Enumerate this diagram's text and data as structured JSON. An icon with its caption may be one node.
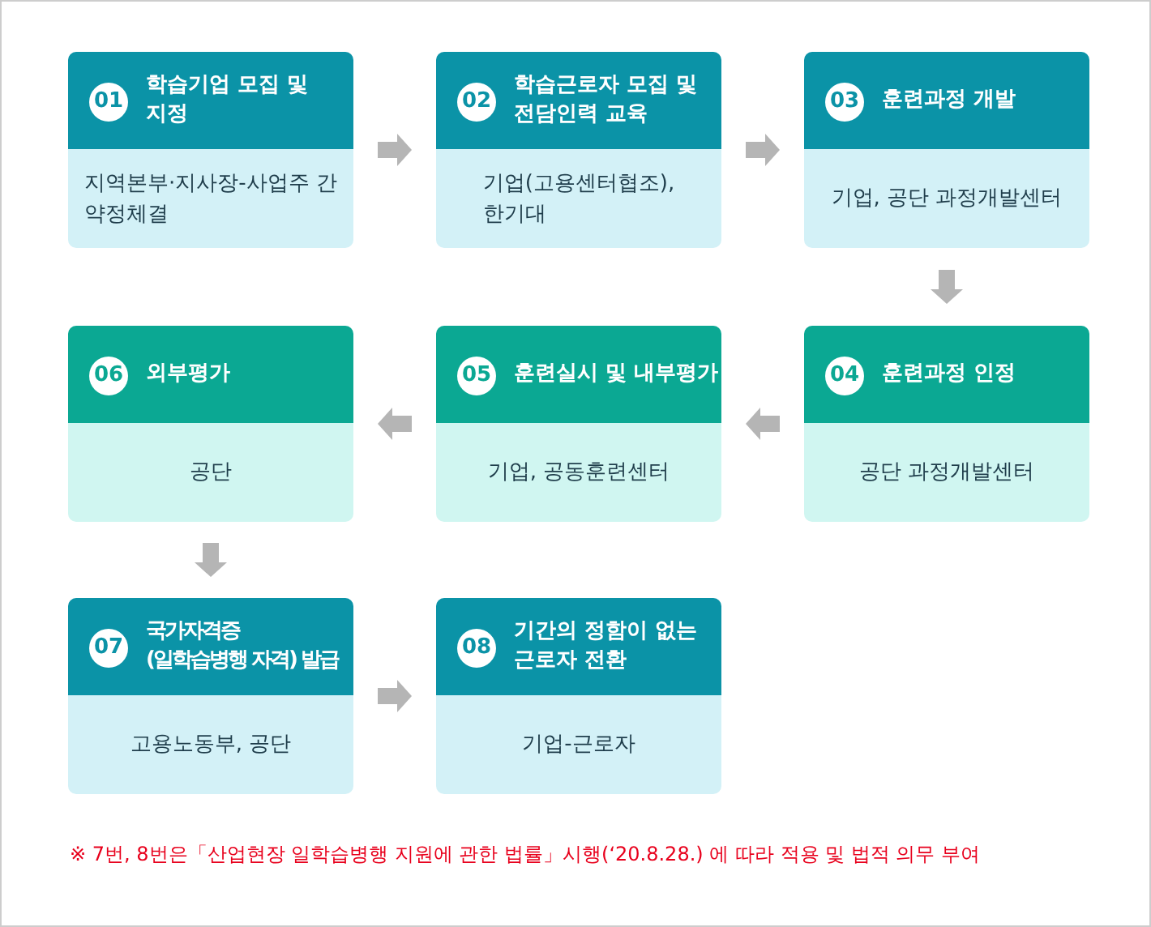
{
  "diagram": {
    "nodes": [
      {
        "text": [
          "01",
          "학습기업 모집 및 지정",
          "지역본부·지사장-사업주 간 약정체결"
        ]
      },
      {
        "text": [
          "02",
          "학습근로자 모집 및 전담인력 교육",
          "기업(고용센터협조), 한기대"
        ]
      },
      {
        "text": [
          "03",
          "훈련과정 개발",
          "기업, 공단 과정개발센터"
        ]
      },
      {
        "text": [
          "04",
          "훈련과정 인정",
          "공단 과정개발센터"
        ]
      },
      {
        "text": [
          "05",
          "훈련실시 및 내부평가",
          "기업, 공동훈련센터"
        ]
      },
      {
        "text": [
          "06",
          "외부평가",
          "공단"
        ]
      },
      {
        "text": [
          "07",
          "국가자격증 (일학습병행 자격) 발급",
          "고용노동부, 공단"
        ]
      },
      {
        "text": [
          "08",
          "기간의 정함이 없는 근로자 전환",
          "기업-근로자"
        ]
      }
    ],
    "edges": [
      {
        "from": 0,
        "to": 1,
        "arrow": "to"
      },
      {
        "from": 1,
        "to": 2,
        "arrow": "to"
      },
      {
        "from": 2,
        "to": 3,
        "arrow": "to"
      },
      {
        "from": 3,
        "to": 4,
        "arrow": "to"
      },
      {
        "from": 4,
        "to": 5,
        "arrow": "to"
      },
      {
        "from": 5,
        "to": 6,
        "arrow": "to"
      },
      {
        "from": 6,
        "to": 7,
        "arrow": "to"
      }
    ],
    "labels": [
      "※ 7번, 8번은「산업현장 일학습병행 지원에 관한 법률」시행(‘20.8.28.) 에 따라 적용 및 법적 의무 부여"
    ]
  }
}
